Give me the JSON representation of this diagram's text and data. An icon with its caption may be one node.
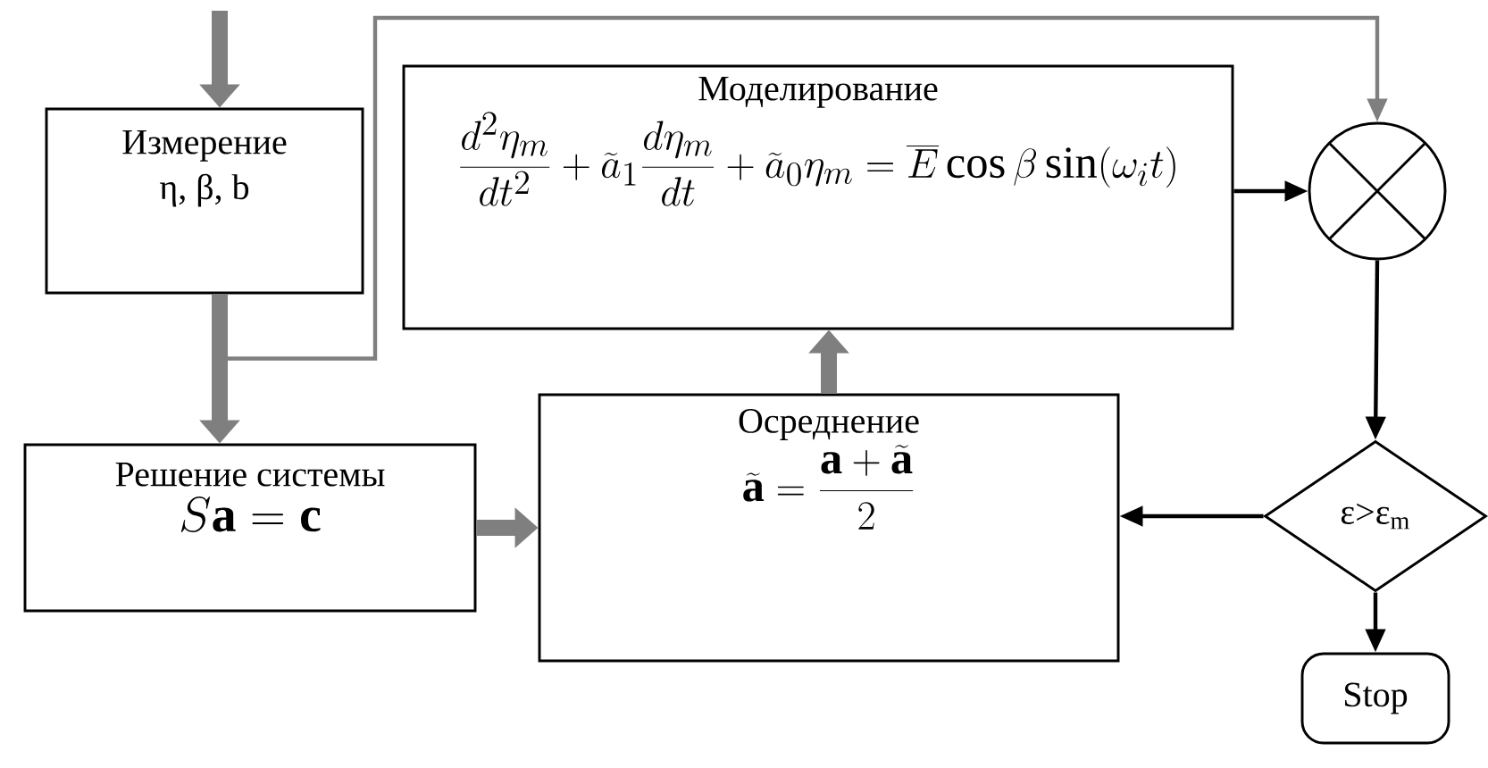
{
  "diagram": {
    "nodes": [
      {
        "text": [
          "Измерение",
          "η, β, b"
        ]
      },
      {
        "text": [
          "Моделирование",
          "\\frac{d^2\\eta_m}{dt^2}+\\widetilde{a}_1\\frac{d\\eta_m}{dt}+\\widetilde{a}_0\\eta_m=\\overline{E}\\cos\\beta\\sin(\\omega_i t)"
        ]
      },
      {
        "text": [],
        "shape": "circle"
      },
      {
        "text": [
          "Решение системы",
          "S\\mathbf{a}=\\mathbf{c}"
        ]
      },
      {
        "text": [
          "Осреднение",
          "\\widetilde{\\mathbf{a}}=\\frac{\\mathbf{a}+\\widetilde{\\mathbf{a}}}{2}"
        ]
      },
      {
        "text": [
          "ε>ε$_{m}$"
        ]
      },
      {
        "text": [
          "Stop"
        ]
      }
    ],
    "edges": [
      {
        "from": null,
        "to": 0,
        "arrow": "to",
        "style": "thick",
        "color": "#7f7f7f"
      },
      {
        "from": 0,
        "to": 3,
        "arrow": "to",
        "style": "thick",
        "color": "#7f7f7f"
      },
      {
        "from": 0,
        "to": 2,
        "arrow": "to",
        "color": "#7f7f7f"
      },
      {
        "from": 1,
        "to": 2,
        "arrow": "to",
        "color": "#000000"
      },
      {
        "from": 2,
        "to": 5,
        "arrow": "to",
        "color": "#000000"
      },
      {
        "from": 5,
        "to": 4,
        "arrow": "to",
        "color": "#000000"
      },
      {
        "from": 5,
        "to": 6,
        "arrow": "to",
        "color": "#000000"
      },
      {
        "from": 3,
        "to": 4,
        "arrow": "to",
        "style": "thick",
        "color": "#7f7f7f"
      },
      {
        "from": 4,
        "to": 1,
        "arrow": "to",
        "style": "thick",
        "color": "#7f7f7f"
      }
    ]
  }
}
